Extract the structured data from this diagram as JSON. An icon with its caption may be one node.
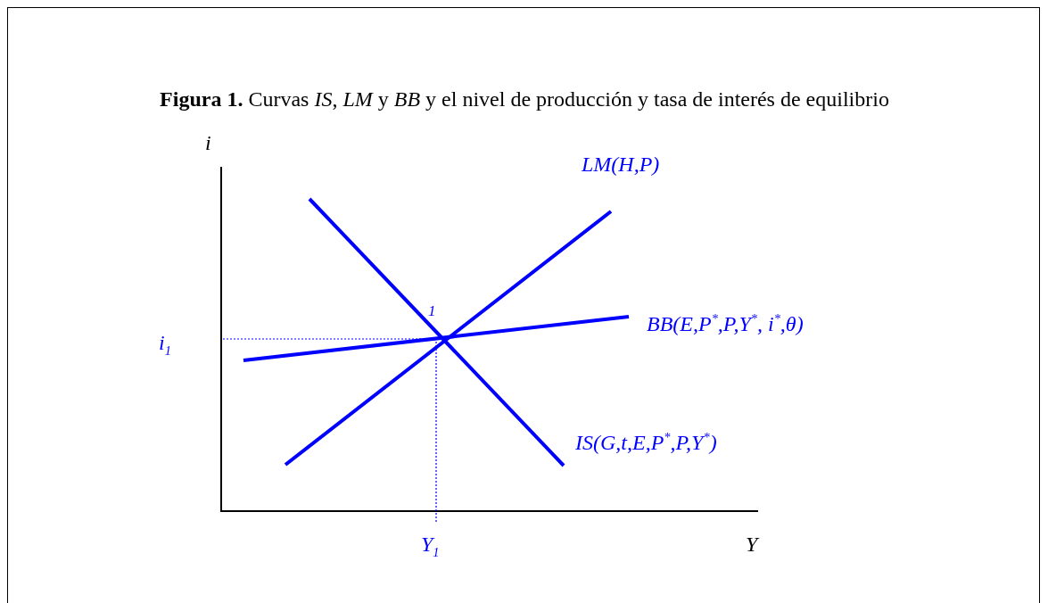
{
  "diagram": {
    "title": "**Figura 1.** Curvas *IS*, *LM* y *BB* y el nivel de producción y tasa de interés de equilibrio",
    "labels": [
      "i",
      "LM(H,P)",
      "1",
      "i$_{1}$",
      "BB(E,P$^{*}$,P,Y$^{*}$, i$^{*}$,θ)",
      "IS(G,t,E,P$^{*}$,P,Y$^{*}$)",
      "Y$_{1}$",
      "Y"
    ]
  }
}
